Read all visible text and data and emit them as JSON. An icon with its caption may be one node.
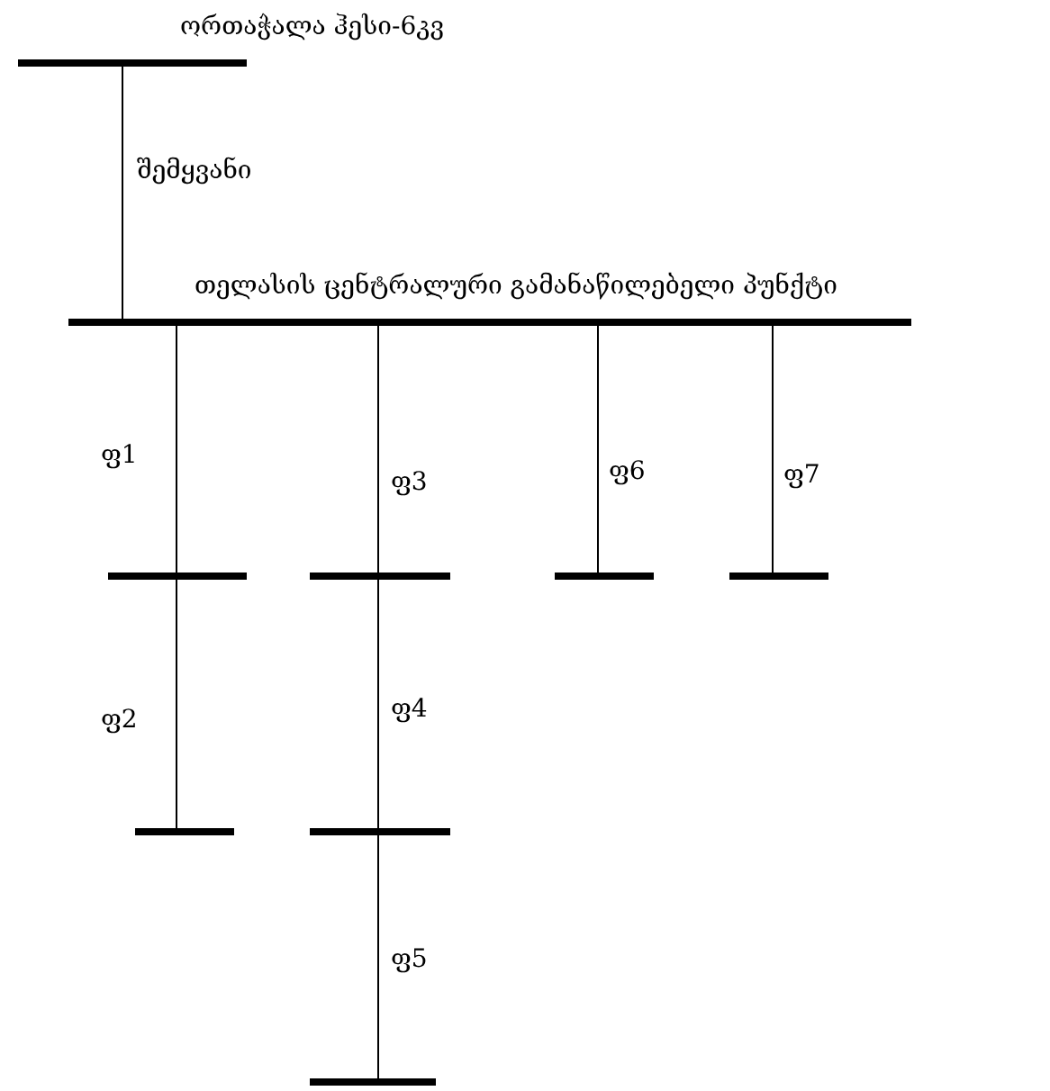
{
  "diagram": {
    "nodes": [
      {
        "text": [
          "ორთაჭალა ჰესი-6კვ"
        ]
      },
      {
        "text": [
          "თელასის ცენტრალური გამანაწილებელი პუნქტი"
        ]
      },
      {
        "text": [],
        "shape": "bar"
      },
      {
        "text": [],
        "shape": "bar"
      },
      {
        "text": [],
        "shape": "bar"
      },
      {
        "text": [],
        "shape": "bar"
      },
      {
        "text": [],
        "shape": "bar"
      },
      {
        "text": [],
        "shape": "bar"
      },
      {
        "text": [],
        "shape": "bar"
      }
    ],
    "edges": [
      {
        "from": 0,
        "to": 1,
        "arrow": "none",
        "label": "შემყვანი"
      },
      {
        "from": 1,
        "to": 2,
        "arrow": "none",
        "label": "ფ1"
      },
      {
        "from": 1,
        "to": 3,
        "arrow": "none",
        "label": "ფ3"
      },
      {
        "from": 1,
        "to": 4,
        "arrow": "none",
        "label": "ფ6"
      },
      {
        "from": 1,
        "to": 5,
        "arrow": "none",
        "label": "ფ7"
      },
      {
        "from": 2,
        "to": 6,
        "arrow": "none",
        "label": "ფ2"
      },
      {
        "from": 3,
        "to": 7,
        "arrow": "none",
        "label": "ფ4"
      },
      {
        "from": 7,
        "to": 8,
        "arrow": "none",
        "label": "ფ5"
      }
    ]
  }
}
